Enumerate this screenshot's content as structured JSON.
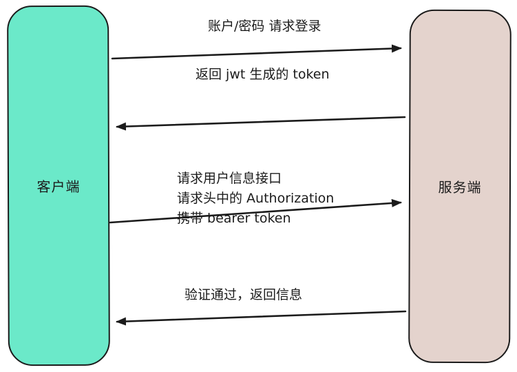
{
  "diagram": {
    "type": "sequence",
    "actors": {
      "client": {
        "label": "客户端",
        "fill": "#6be9c9"
      },
      "server": {
        "label": "服务端",
        "fill": "#e4d3cd"
      }
    },
    "messages": [
      {
        "label": "账户/密码 请求登录",
        "from": "client",
        "to": "server",
        "direction": "right"
      },
      {
        "label": "返回 jwt 生成的 token",
        "from": "server",
        "to": "client",
        "direction": "left"
      },
      {
        "label_lines": [
          "请求用户信息接口",
          "请求头中的 Authorization",
          "携带 bearer token"
        ],
        "from": "client",
        "to": "server",
        "direction": "right"
      },
      {
        "label": "验证通过，返回信息",
        "from": "server",
        "to": "client",
        "direction": "left"
      }
    ],
    "stroke_color": "#1b1b1b",
    "background_color": "#ffffff"
  }
}
